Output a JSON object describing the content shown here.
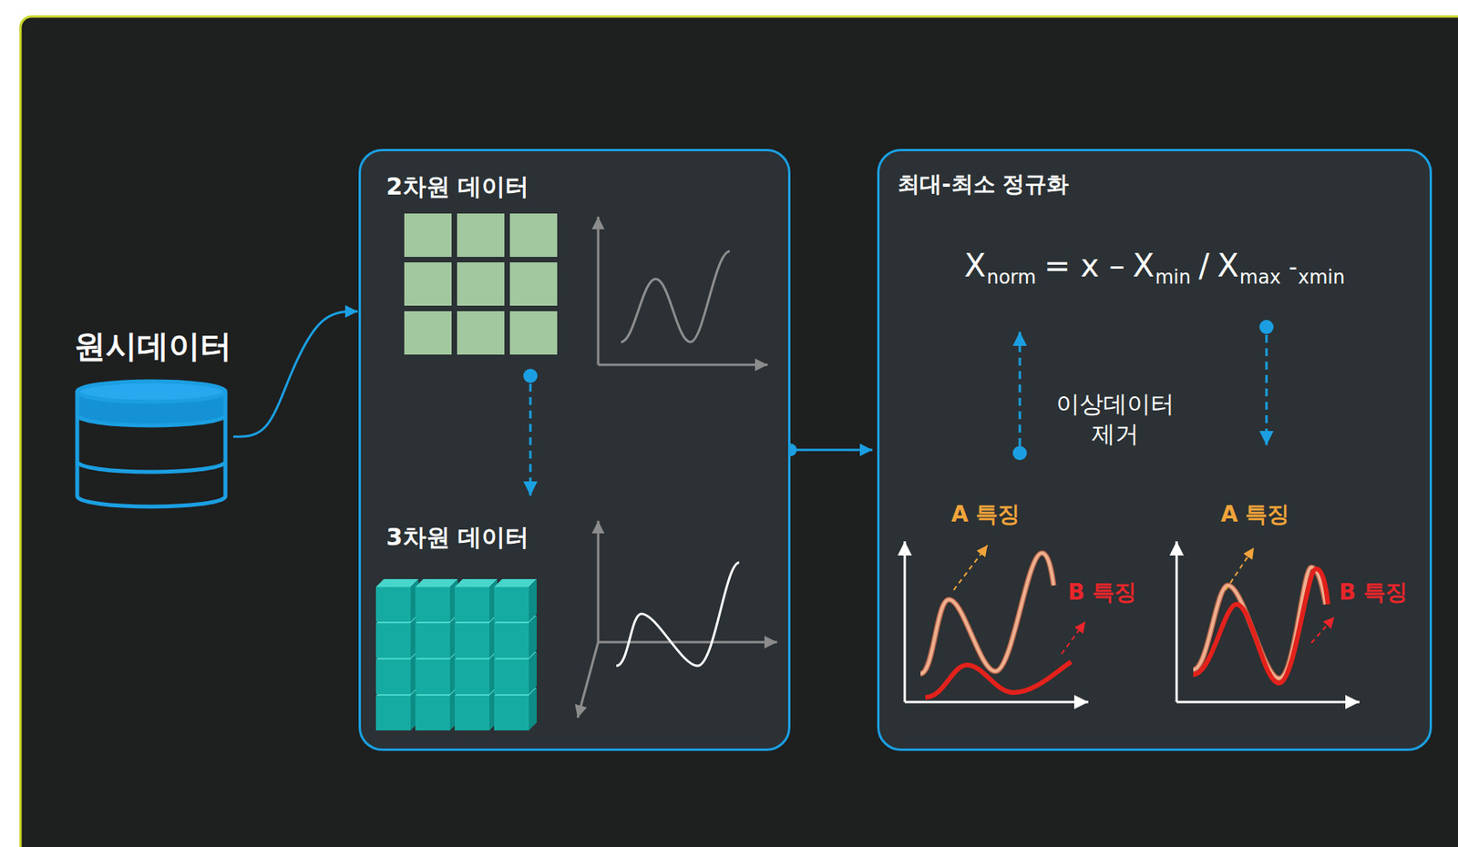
{
  "diagram": {
    "nodes": [
      {
        "text": [
          "원시데이터"
        ]
      },
      {
        "text": [
          "2차원 데이터",
          "3차원 데이터"
        ]
      },
      {
        "text": [
          "최대-최소 정규화"
        ]
      }
    ],
    "edges": [
      {
        "from": 0,
        "to": 1,
        "arrow": "to"
      },
      {
        "from": 1,
        "to": 2,
        "arrow": "to"
      }
    ],
    "labels": [
      "X",
      "norm",
      "= x –",
      "X",
      "min",
      "/",
      "X",
      "max",
      "-",
      "xmin",
      "이상데이터 제거",
      "A 특징",
      "B 특징",
      "A 특징",
      "B 특징"
    ]
  }
}
